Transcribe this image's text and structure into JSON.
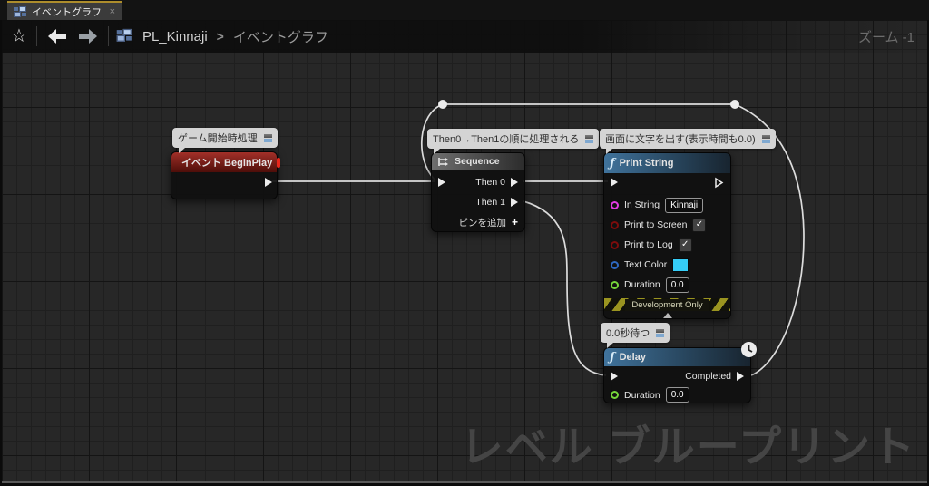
{
  "tab_bar": {
    "tab_label": "イベントグラフ",
    "close_icon": "×"
  },
  "toolbar": {
    "star_icon": "☆",
    "breadcrumb_root": "PL_Kinnaji",
    "breadcrumb_separator": ">",
    "breadcrumb_current": "イベントグラフ",
    "zoom_indicator": "ズーム -1"
  },
  "graph": {
    "watermark": "レベル ブループリント",
    "begin_play": {
      "comment": "ゲーム開始時処理",
      "title": "イベント BeginPlay"
    },
    "sequence": {
      "comment": "Then0→Then1の順に処理される",
      "title": "Sequence",
      "then0": "Then 0",
      "then1": "Then 1",
      "add_pin": "ピンを追加",
      "plus_icon": "+"
    },
    "print_string": {
      "comment": "画面に文字を出す(表示時間も0.0)",
      "fn_icon": "ƒ",
      "title": "Print String",
      "in_string_label": "In String",
      "in_string_value": "Kinnaji",
      "print_to_screen_label": "Print to Screen",
      "print_to_log_label": "Print to Log",
      "check_icon": "✓",
      "text_color_label": "Text Color",
      "duration_label": "Duration",
      "duration_value": "0.0",
      "dev_banner": "Development Only"
    },
    "delay": {
      "comment": "0.0秒待つ",
      "fn_icon": "ƒ",
      "title": "Delay",
      "completed_label": "Completed",
      "duration_label": "Duration",
      "duration_value": "0.0"
    },
    "colors": {
      "tab_accent": "#ad8d2c",
      "exec_wire": "#dcdcdc",
      "event_header": "#a33029",
      "function_header": "#40739c",
      "pin_string": "#e23be2",
      "pin_bool": "#7e0c0c",
      "pin_color": "#2e68c0",
      "pin_float": "#76d73a",
      "text_color_swatch": "#35cdf7"
    }
  }
}
